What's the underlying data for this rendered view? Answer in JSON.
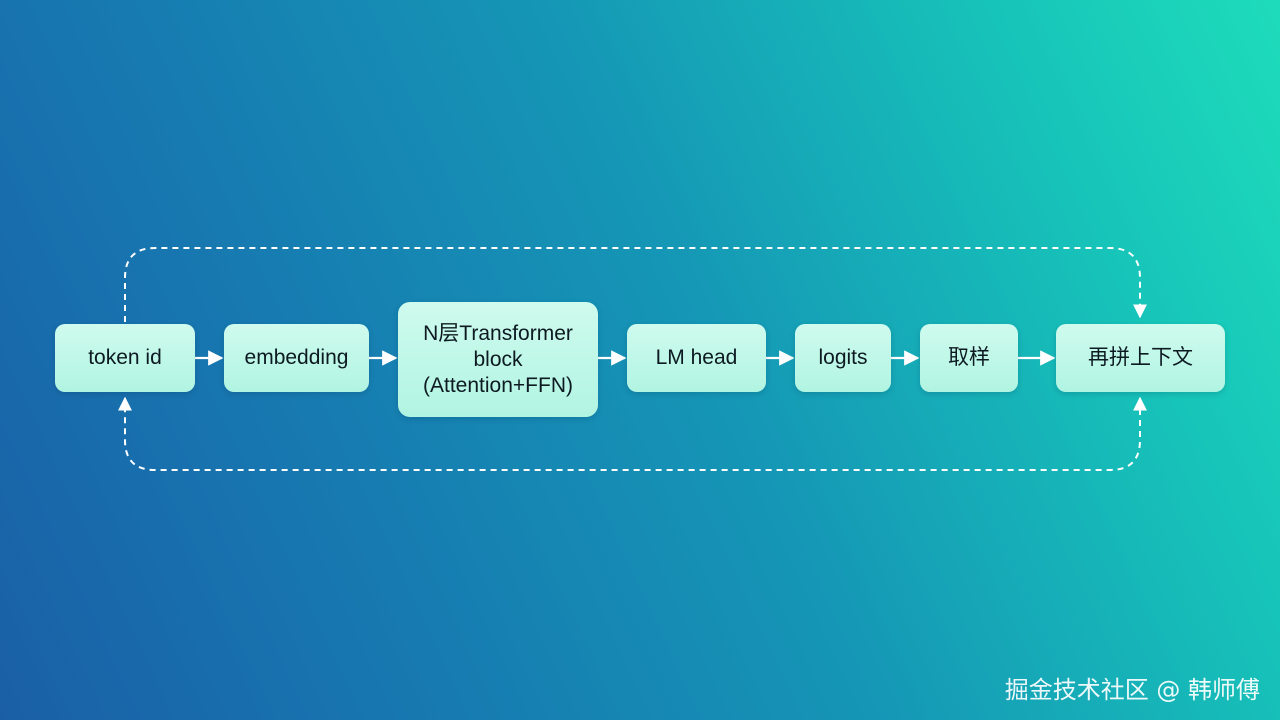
{
  "diagram": {
    "nodes": [
      {
        "id": "token-id",
        "label": "token id"
      },
      {
        "id": "embedding",
        "label": "embedding"
      },
      {
        "id": "transformer",
        "lines": [
          "N层Transformer",
          "block",
          "(Attention+FFN)"
        ]
      },
      {
        "id": "lm-head",
        "label": "LM head"
      },
      {
        "id": "logits",
        "label": "logits"
      },
      {
        "id": "sampling",
        "label": "取样"
      },
      {
        "id": "append-context",
        "label": "再拼上下文"
      }
    ],
    "edges": [
      {
        "from": "token-id",
        "to": "embedding",
        "style": "solid"
      },
      {
        "from": "embedding",
        "to": "transformer",
        "style": "solid"
      },
      {
        "from": "transformer",
        "to": "lm-head",
        "style": "solid"
      },
      {
        "from": "lm-head",
        "to": "logits",
        "style": "solid"
      },
      {
        "from": "logits",
        "to": "sampling",
        "style": "solid"
      },
      {
        "from": "sampling",
        "to": "append-context",
        "style": "solid"
      },
      {
        "from": "token-id",
        "to": "append-context",
        "style": "dashed",
        "route": "top"
      },
      {
        "from": "append-context",
        "to": "token-id",
        "style": "dashed",
        "route": "bottom"
      }
    ],
    "colors": {
      "node_fill": "#c4f8ea",
      "arrow": "#ffffff",
      "background_start": "#1a5fa6",
      "background_end": "#1edcbb"
    }
  },
  "watermark": "掘金技术社区 @ 韩师傅"
}
